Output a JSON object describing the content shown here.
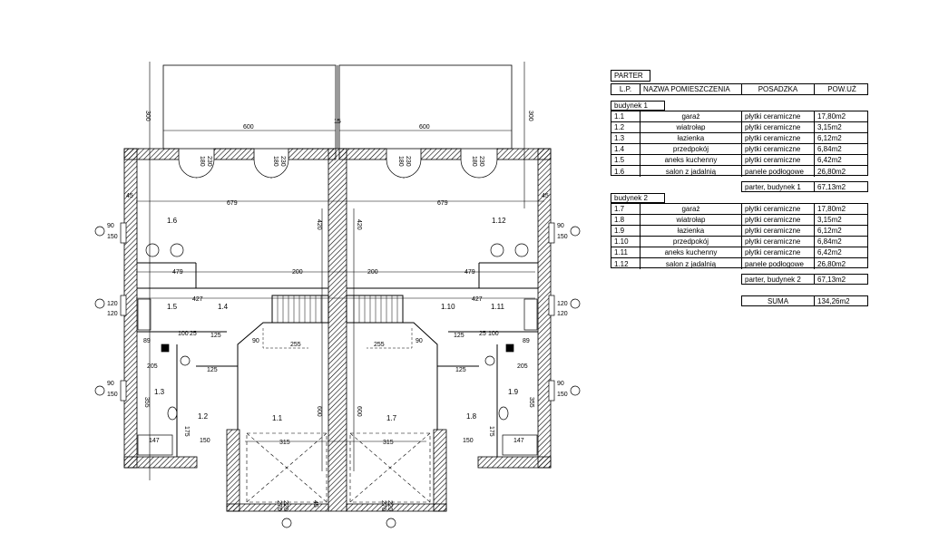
{
  "table": {
    "title": "PARTER",
    "headers": {
      "lp": "L.P.",
      "name": "NAZWA POMIESZCZENIA",
      "floor": "POSADZKA",
      "area": "POW.UŻ"
    },
    "buildings": [
      {
        "label": "budynek 1",
        "rows": [
          {
            "lp": "1.1",
            "name": "garaż",
            "floor": "płytki ceramiczne",
            "area": "17,80m2"
          },
          {
            "lp": "1.2",
            "name": "wiatrołap",
            "floor": "płytki ceramiczne",
            "area": "3,15m2"
          },
          {
            "lp": "1.3",
            "name": "łazienka",
            "floor": "płytki ceramiczne",
            "area": "6,12m2"
          },
          {
            "lp": "1.4",
            "name": "przedpokój",
            "floor": "płytki ceramiczne",
            "area": "6,84m2"
          },
          {
            "lp": "1.5",
            "name": "aneks kuchenny",
            "floor": "płytki ceramiczne",
            "area": "6,42m2"
          },
          {
            "lp": "1.6",
            "name": "salon z jadalnią",
            "floor": "panele podłogowe",
            "area": "26,80m2"
          }
        ],
        "subtotal_label": "parter, budynek 1",
        "subtotal_value": "67,13m2"
      },
      {
        "label": "budynek 2",
        "rows": [
          {
            "lp": "1.7",
            "name": "garaż",
            "floor": "płytki ceramiczne",
            "area": "17,80m2"
          },
          {
            "lp": "1.8",
            "name": "wiatrołap",
            "floor": "płytki ceramiczne",
            "area": "3,15m2"
          },
          {
            "lp": "1.9",
            "name": "łazienka",
            "floor": "płytki ceramiczne",
            "area": "6,12m2"
          },
          {
            "lp": "1.10",
            "name": "przedpokój",
            "floor": "płytki ceramiczne",
            "area": "6,84m2"
          },
          {
            "lp": "1.11",
            "name": "aneks kuchenny",
            "floor": "płytki ceramiczne",
            "area": "6,42m2"
          },
          {
            "lp": "1.12",
            "name": "salon z jadalnią",
            "floor": "panele podłogowe",
            "area": "26,80m2"
          }
        ],
        "subtotal_label": "parter, budynek 2",
        "subtotal_value": "67,13m2"
      }
    ],
    "sum_label": "SUMA",
    "sum_value": "134,26m2"
  },
  "plan": {
    "room_labels": [
      "1.6",
      "1.12",
      "1.5",
      "1.4",
      "1.10",
      "1.11",
      "1.3",
      "1.2",
      "1.1",
      "1.7",
      "1.8",
      "1.9"
    ],
    "dimensions": {
      "terrace_depth": "300",
      "terrace_width": "600",
      "mid_gap": "15",
      "outer_width": "679",
      "salon_width": "479",
      "stair_width": "200",
      "kitchen_width": "427",
      "garage_width": "315",
      "garage_depth": "600",
      "room_depth": "420",
      "window_upper": "90",
      "window_upper_h": "150",
      "window_mid": "120",
      "window_mid_h": "120",
      "window_lower": "90",
      "window_lower_h": "150",
      "window_top_a": "180",
      "window_top_b": "230",
      "front_a": "270",
      "front_b": "220",
      "front_gap": "45",
      "bath_depth": "355",
      "bath_width": "147",
      "hall_width": "125",
      "wind_width": "150",
      "col_a": "100",
      "col_b": "25",
      "col_c": "89",
      "col_d": "205",
      "side": "175",
      "stair_width_b": "255",
      "wall": "45",
      "step": "90"
    }
  }
}
